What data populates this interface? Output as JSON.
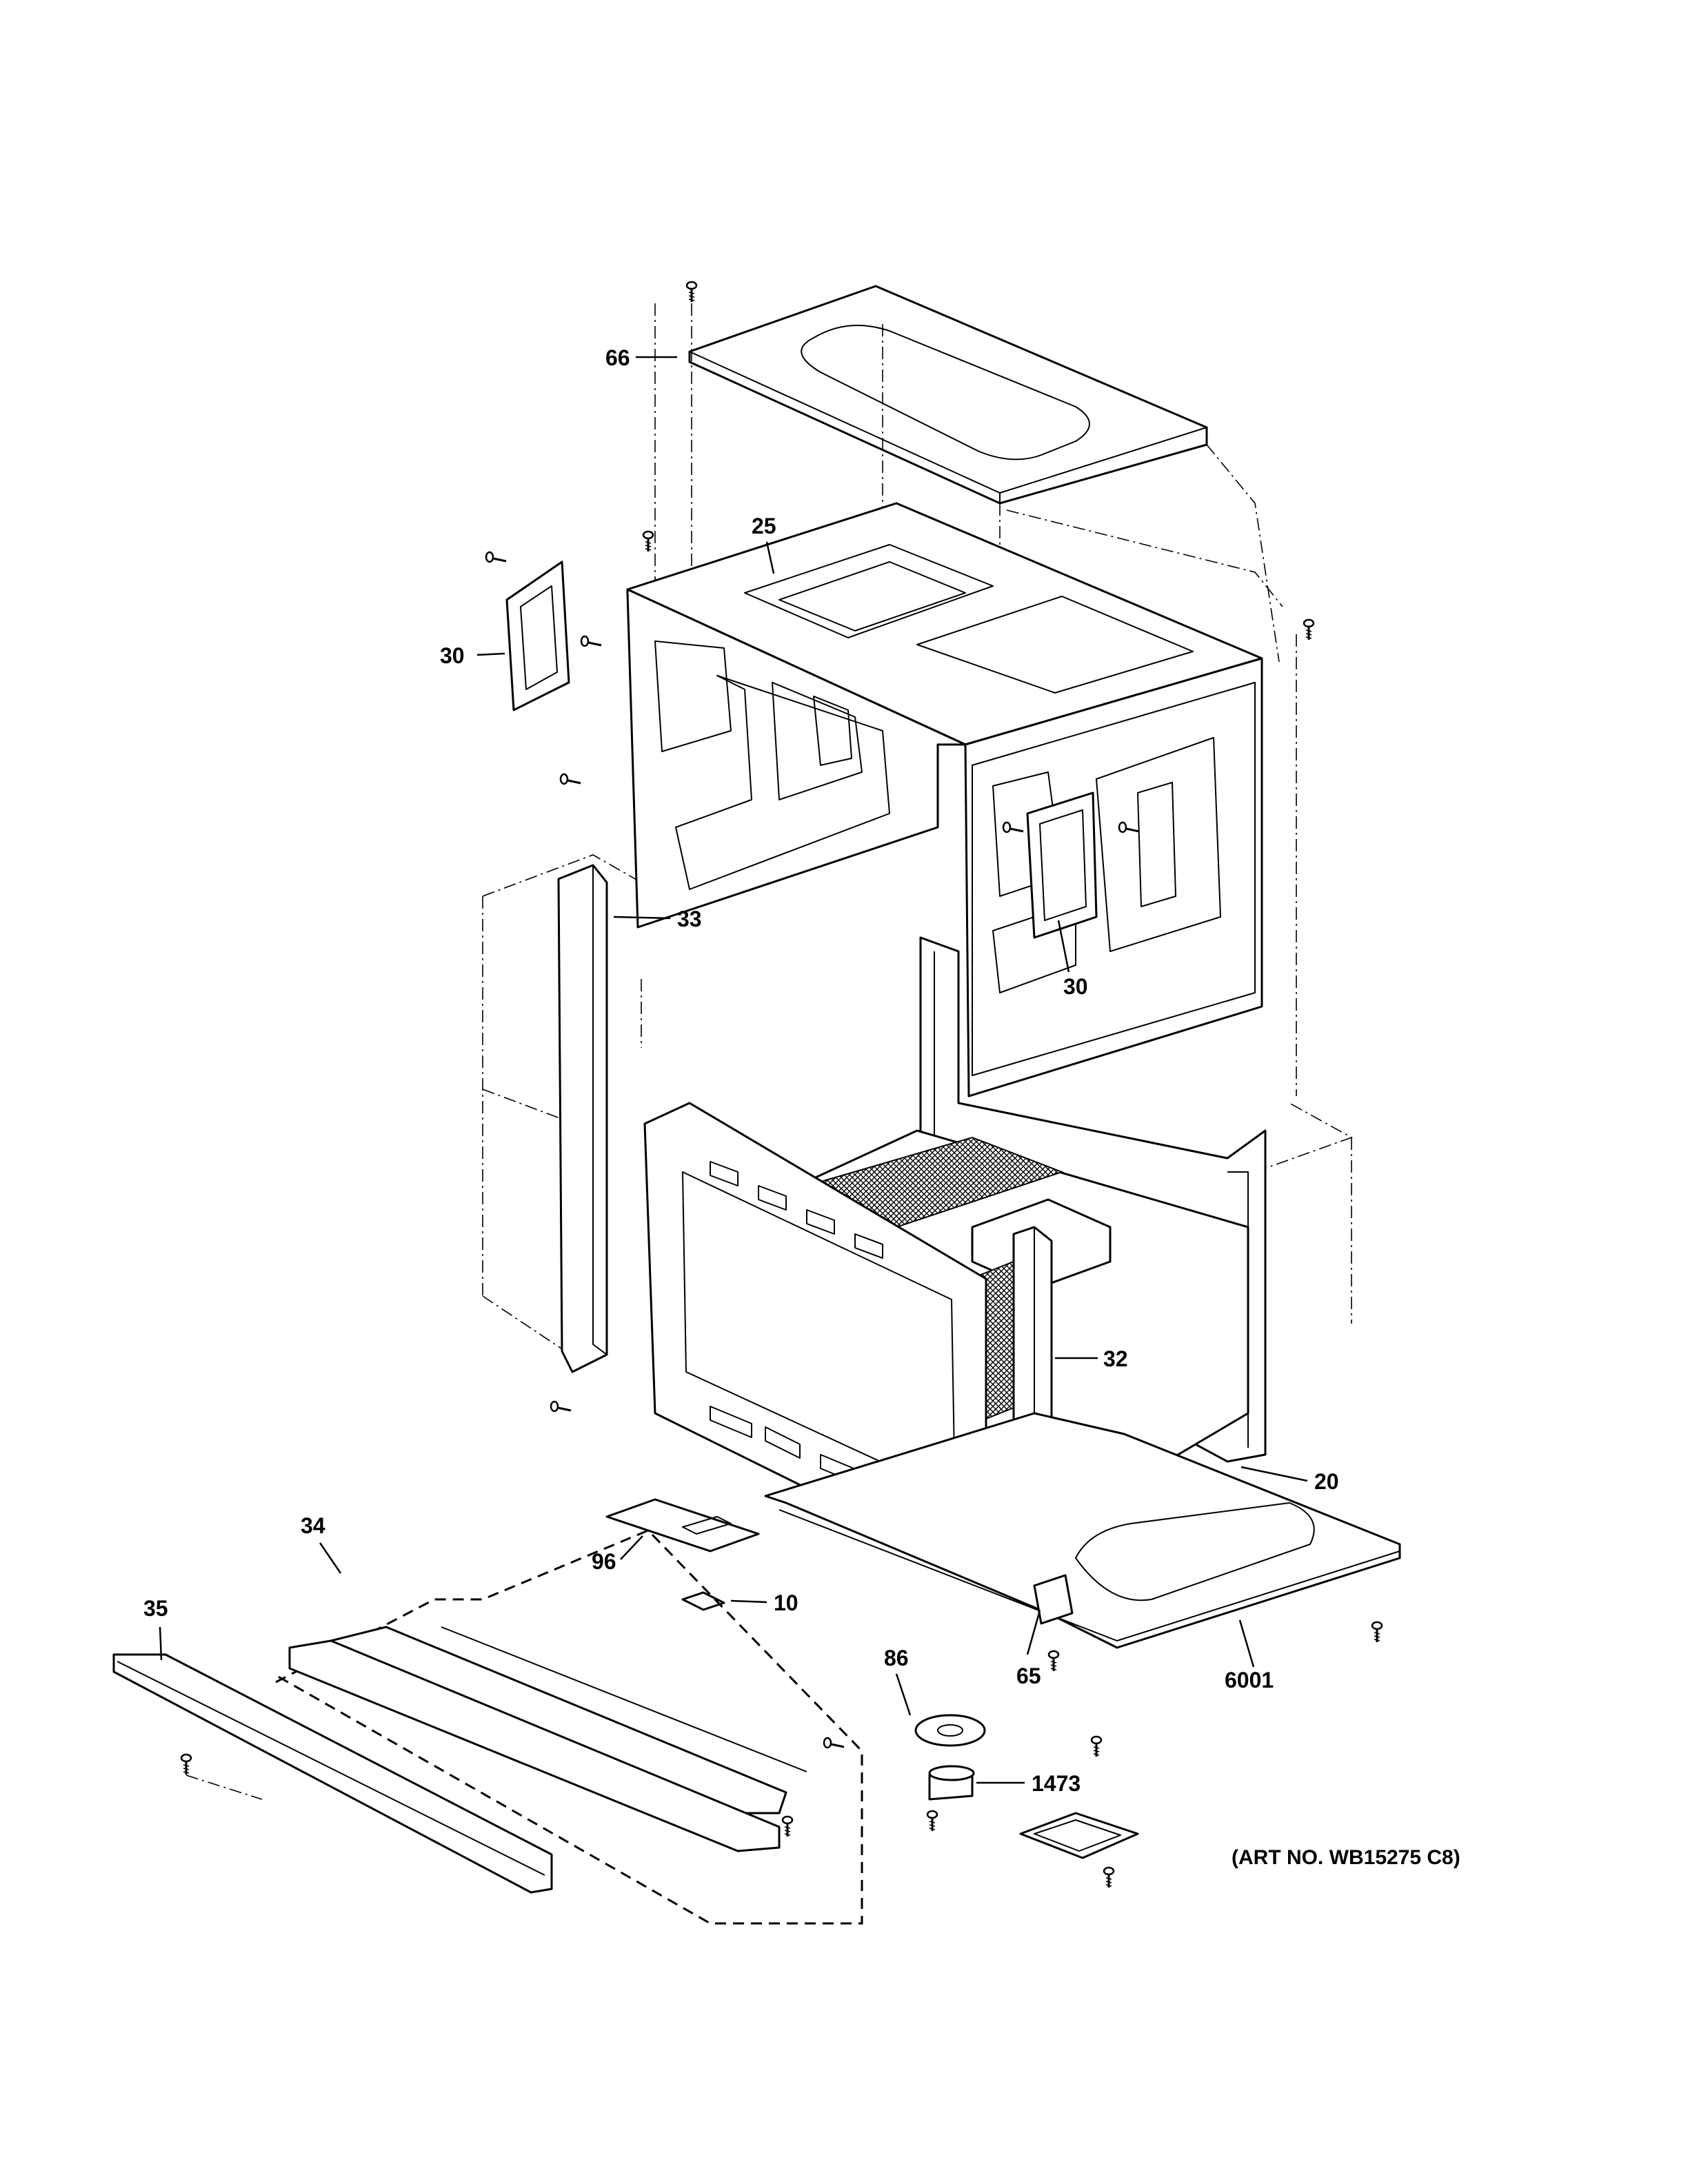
{
  "callouts": [
    {
      "id": "66",
      "text": "66"
    },
    {
      "id": "25",
      "text": "25"
    },
    {
      "id": "30a",
      "text": "30"
    },
    {
      "id": "30b",
      "text": "30"
    },
    {
      "id": "33",
      "text": "33"
    },
    {
      "id": "32",
      "text": "32"
    },
    {
      "id": "20",
      "text": "20"
    },
    {
      "id": "34",
      "text": "34"
    },
    {
      "id": "96",
      "text": "96"
    },
    {
      "id": "10",
      "text": "10"
    },
    {
      "id": "35",
      "text": "35"
    },
    {
      "id": "86",
      "text": "86"
    },
    {
      "id": "65",
      "text": "65"
    },
    {
      "id": "6001",
      "text": "6001"
    },
    {
      "id": "1473",
      "text": "1473"
    }
  ],
  "art_number": "(ART NO. WB15275 C8)"
}
